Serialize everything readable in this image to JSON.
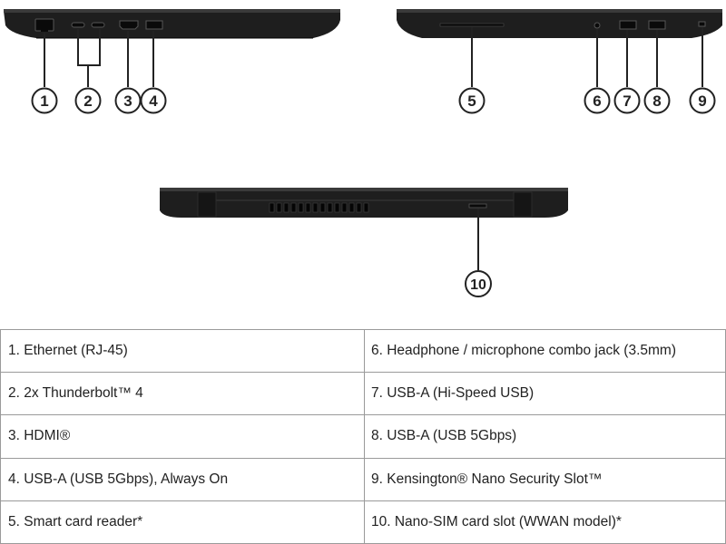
{
  "callouts": [
    "1",
    "2",
    "3",
    "4",
    "5",
    "6",
    "7",
    "8",
    "9",
    "10"
  ],
  "ports": [
    {
      "left": "1. Ethernet (RJ-45)",
      "right": "6. Headphone / microphone combo jack (3.5mm)"
    },
    {
      "left": "2. 2x Thunderbolt™ 4",
      "right": "7. USB-A (Hi-Speed USB)"
    },
    {
      "left": "3. HDMI®",
      "right": "8. USB-A (USB 5Gbps)"
    },
    {
      "left": "4. USB-A (USB 5Gbps), Always On",
      "right": "9. Kensington® Nano Security Slot™"
    },
    {
      "left": "5. Smart card reader*",
      "right": "10. Nano-SIM card slot (WWAN model)*"
    }
  ],
  "colors": {
    "chassis": "#1e1e1e",
    "chassis_edge": "#3a3a3a",
    "table_border": "#9a9a9a",
    "text": "#222222"
  }
}
